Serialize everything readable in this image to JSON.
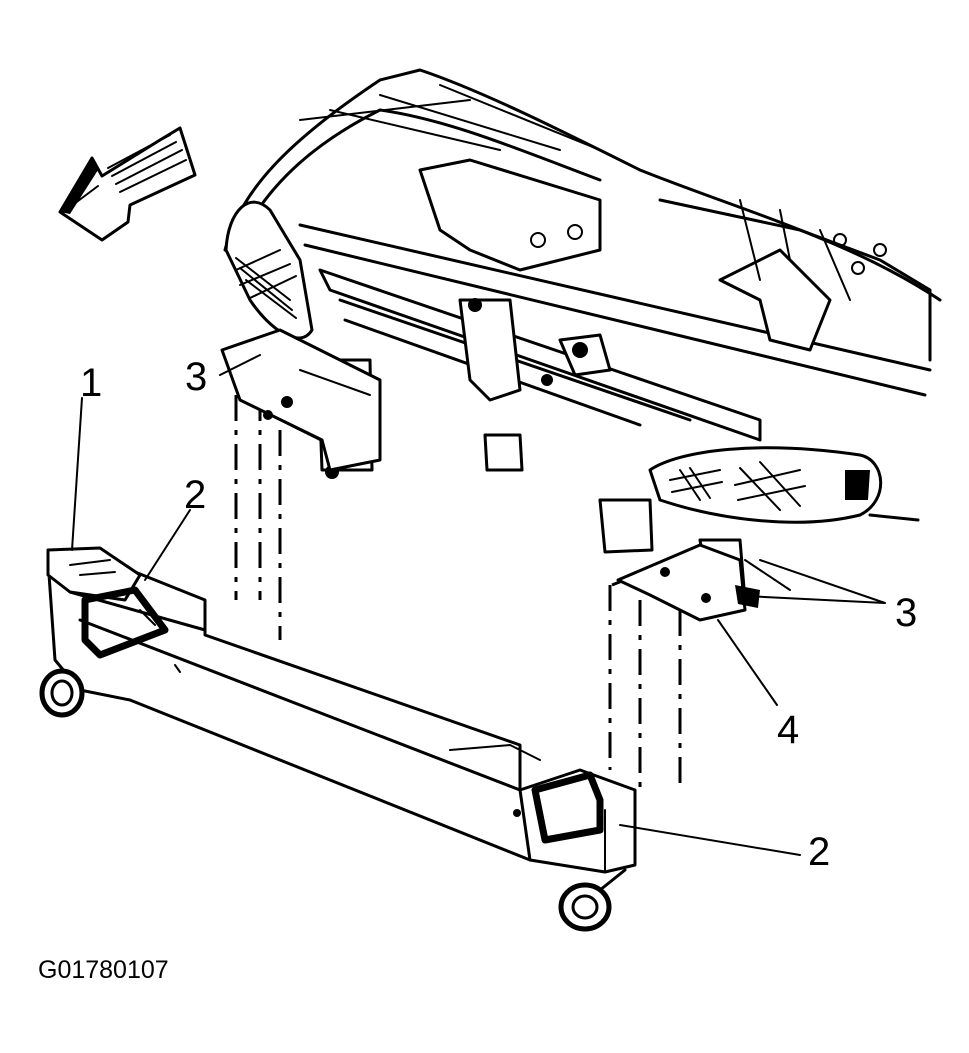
{
  "figure_id": "G01780107",
  "callouts": {
    "c1": "1",
    "c2_left": "2",
    "c2_right": "2",
    "c3_left": "3",
    "c3_right": "3",
    "c4": "4"
  }
}
